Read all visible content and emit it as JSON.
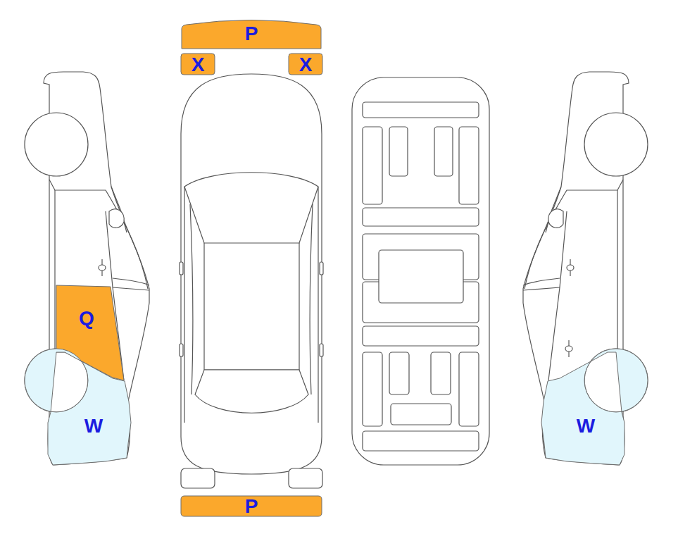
{
  "diagram": {
    "nodes": [
      {
        "text": [
          "P"
        ]
      },
      {
        "text": [
          "X"
        ]
      },
      {
        "text": [
          "X"
        ]
      },
      {
        "text": [
          "Q"
        ]
      },
      {
        "text": [
          "W"
        ]
      },
      {
        "text": [
          "W"
        ]
      },
      {
        "text": [
          "P"
        ]
      }
    ],
    "edges": []
  }
}
